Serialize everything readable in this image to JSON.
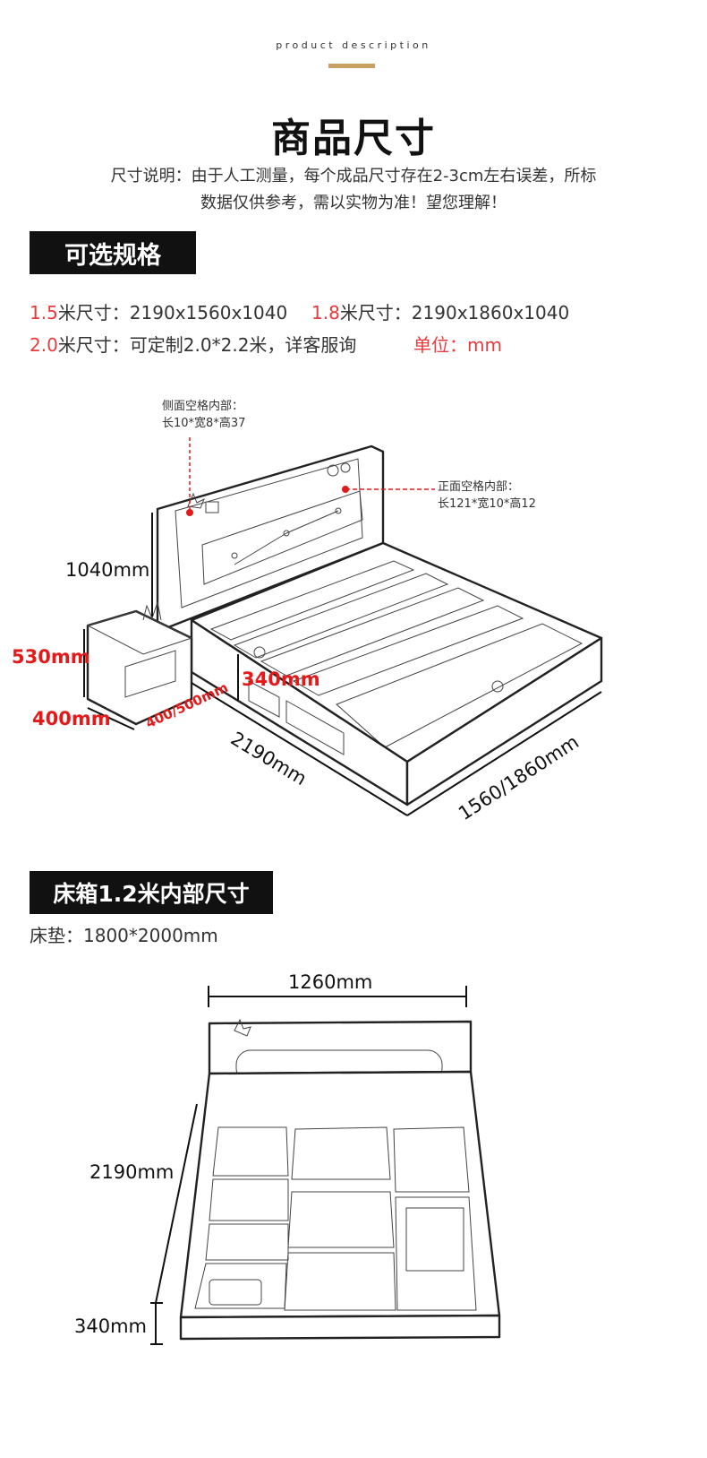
{
  "header": {
    "eyebrow": "product description",
    "title": "商品尺寸",
    "note_line1": "尺寸说明：由于人工测量，每个成品尺寸存在2-3cm左右误差，所标",
    "note_line2": "数据仅供参考，需以实物为准！望您理解！"
  },
  "options": {
    "band_label": "可选规格",
    "spec1_size": "1.5",
    "spec1_text": "米尺寸：2190x1560x1040",
    "spec2_size": "1.8",
    "spec2_text": "米尺寸：2190x1860x1040",
    "spec3_size": "2.0",
    "spec3_text": "米尺寸：可定制2.0*2.2米，详客服询",
    "unit": "单位：mm"
  },
  "diagram1": {
    "side_label_line1": "侧面空格内部：",
    "side_label_line2": "长10*宽8*高37",
    "front_label_line1": "正面空格内部：",
    "front_label_line2": "长121*宽10*高12",
    "height": "1040mm",
    "night_height": "530mm",
    "night_width": "400mm",
    "night_depth": "400/500mm",
    "box_height": "340mm",
    "length": "2190mm",
    "width": "1560/1860mm"
  },
  "section2": {
    "band_label": "床箱1.2米内部尺寸",
    "mattress": "床垫：1800*2000mm"
  },
  "diagram2": {
    "width": "1260mm",
    "length": "2190mm",
    "height": "340mm"
  },
  "colors": {
    "accent": "#e8393b",
    "band": "#111111",
    "gold": "#c9a064"
  }
}
